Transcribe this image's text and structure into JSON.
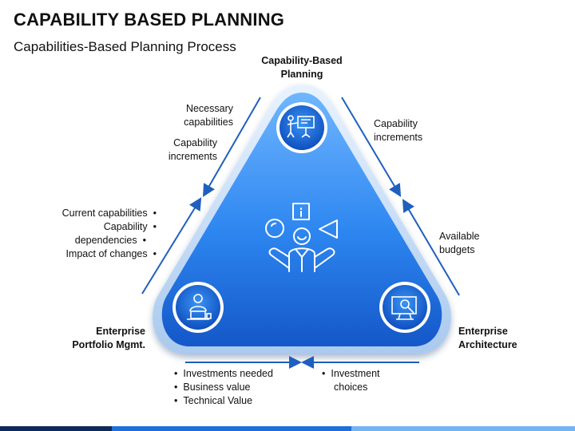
{
  "header": {
    "title": "CAPABILITY BASED PLANNING",
    "subtitle": "Capabilities-Based Planning Process"
  },
  "nodes": {
    "top": {
      "label_line1": "Capability-Based",
      "label_line2": "Planning",
      "icon": "presentation-icon"
    },
    "left": {
      "label_line1": "Enterprise",
      "label_line2": "Portfolio Mgmt.",
      "icon": "laptop-user-icon"
    },
    "right": {
      "label_line1": "Enterprise",
      "label_line2": "Architecture",
      "icon": "monitor-search-icon"
    },
    "center": {
      "icon": "person-ideas-icon"
    }
  },
  "edges": {
    "top_left": {
      "line1": "Necessary capabilities",
      "line1_a": "Necessary",
      "line1_b": "capabilities",
      "line2_a": "Capability",
      "line2_b": "increments"
    },
    "top_right": {
      "line_a": "Capability",
      "line_b": "increments"
    },
    "right_side": {
      "line_a": "Available",
      "line_b": "budgets"
    },
    "left_side": {
      "items": [
        "Current capabilities",
        "Capability",
        "dependencies",
        "Impact of changes"
      ]
    },
    "bottom_left": {
      "items": [
        "Investments needed",
        "Business value",
        "Technical Value"
      ]
    },
    "bottom_right": {
      "line_a": "Investment",
      "line_b": "choices"
    }
  },
  "colors": {
    "accent_blue": "#1565d8",
    "light_blue": "#5aa8ff",
    "arrow_blue": "#1f5fbf",
    "bar_navy": "#0d2a5a",
    "bar_blue": "#1e6fd9",
    "bar_light": "#74b4f5"
  }
}
